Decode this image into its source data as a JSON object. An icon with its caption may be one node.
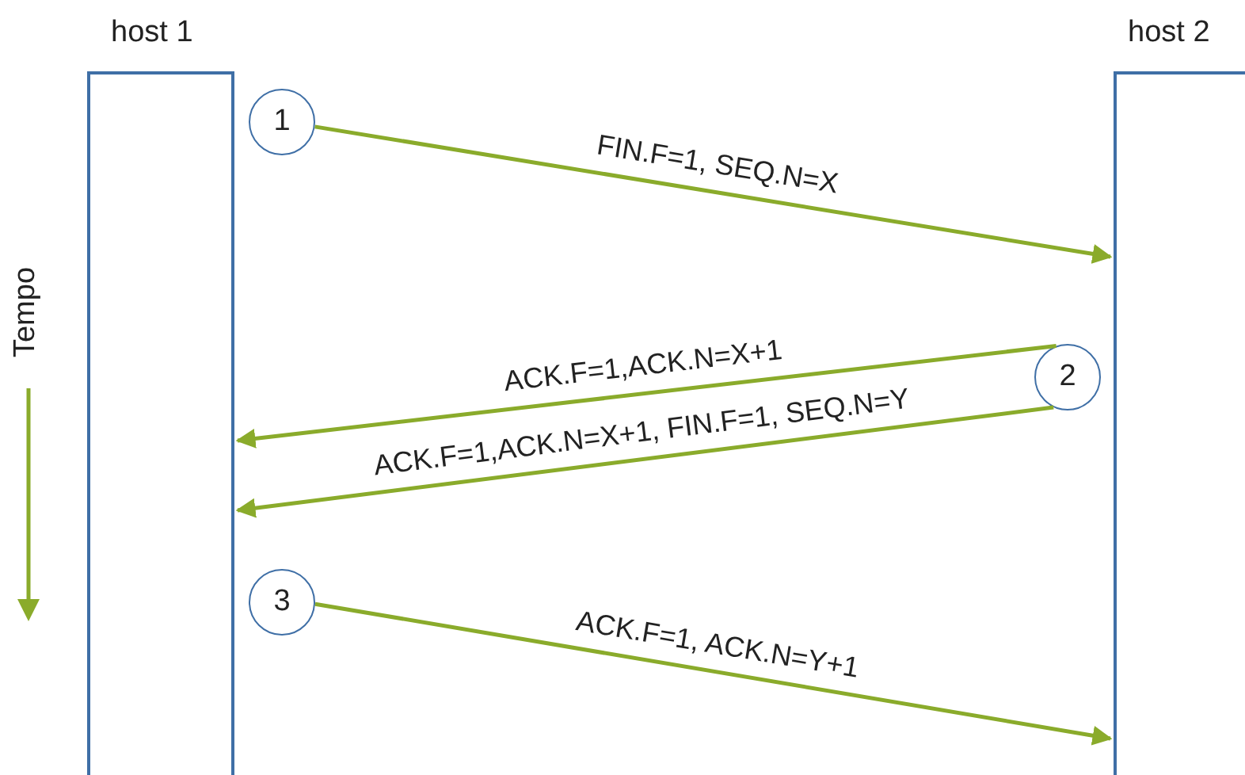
{
  "diagram": {
    "nodes": [
      {
        "text": [
          "host 1"
        ]
      },
      {
        "text": [
          "host 2"
        ]
      },
      {
        "text": [
          "1"
        ]
      },
      {
        "text": [
          "2"
        ]
      },
      {
        "text": [
          "3"
        ]
      }
    ],
    "edges": [
      {
        "from": 2,
        "to": 1,
        "arrow": "to",
        "label": "FIN.F=1, SEQ.N=X"
      },
      {
        "from": 3,
        "to": 0,
        "arrow": "to",
        "label": "ACK.F=1,ACK.N=X+1"
      },
      {
        "from": 3,
        "to": 0,
        "arrow": "to",
        "label": "ACK.F=1,ACK.N=X+1, FIN.F=1, SEQ.N=Y"
      },
      {
        "from": 4,
        "to": 1,
        "arrow": "to",
        "label": "ACK.F=1, ACK.N=Y+1"
      }
    ],
    "labels": [
      "Tempo"
    ]
  }
}
